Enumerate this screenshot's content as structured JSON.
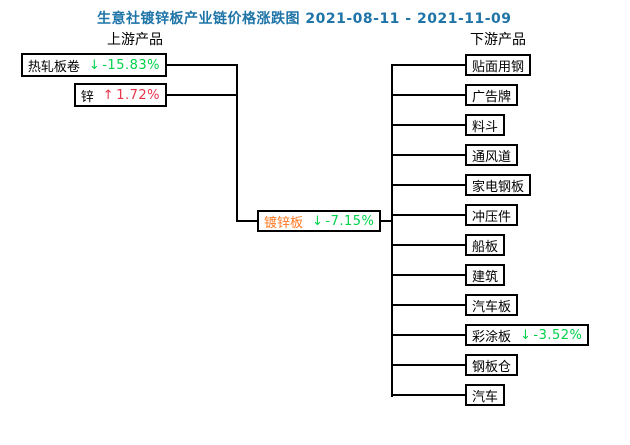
{
  "title": "生意社镀锌板产业链价格涨跌图 2021-08-11 - 2021-11-09",
  "headers": {
    "upstream": "上游产品",
    "downstream": "下游产品"
  },
  "center": {
    "name": "镀锌板",
    "arrow": "↓",
    "change": "-7.15%",
    "direction": "down"
  },
  "upstream": [
    {
      "name": "热轧板卷",
      "arrow": "↓",
      "change": "-15.83%",
      "direction": "down"
    },
    {
      "name": "锌",
      "arrow": "↑",
      "change": "1.72%",
      "direction": "up"
    }
  ],
  "downstream": [
    {
      "name": "贴面用钢"
    },
    {
      "name": "广告牌"
    },
    {
      "name": "料斗"
    },
    {
      "name": "通风道"
    },
    {
      "name": "家电钢板"
    },
    {
      "name": "冲压件"
    },
    {
      "name": "船板"
    },
    {
      "name": "建筑"
    },
    {
      "name": "汽车板"
    },
    {
      "name": "彩涂板",
      "arrow": "↓",
      "change": "-3.52%",
      "direction": "down"
    },
    {
      "name": "钢板仓"
    },
    {
      "name": "汽车"
    }
  ],
  "icons": {
    "down_arrow": "down-arrow-icon",
    "up_arrow": "up-arrow-icon"
  },
  "colors": {
    "title": "#1f74a8",
    "up": "#e8334a",
    "down": "#00d24b",
    "center_name": "#ff7722",
    "line": "#000000",
    "background": "#ffffff"
  }
}
